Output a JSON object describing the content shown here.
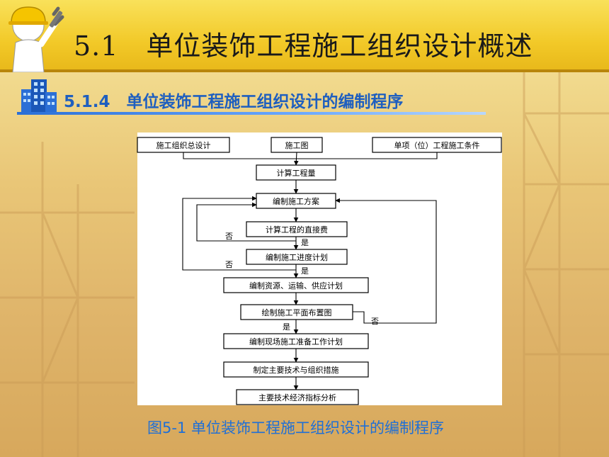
{
  "slide": {
    "title": "5.1　单位装饰工程施工组织设计概述",
    "subtitle": "5.1.4　单位装饰工程施工组织设计的编制程序",
    "caption": "图5-1  单位装饰工程施工组织设计的编制程序"
  },
  "flowchart": {
    "nodes": [
      {
        "id": "n1",
        "label": "施工组织总设计"
      },
      {
        "id": "n2",
        "label": "施工图"
      },
      {
        "id": "n3",
        "label": "单项（位）工程施工条件"
      },
      {
        "id": "n4",
        "label": "计算工程量"
      },
      {
        "id": "n5",
        "label": "编制施工方案"
      },
      {
        "id": "n6",
        "label": "计算工程的直接费"
      },
      {
        "id": "n7",
        "label": "编制施工进度计划"
      },
      {
        "id": "n8",
        "label": "编制资源、运输、供应计划"
      },
      {
        "id": "n9",
        "label": "绘制施工平面布置图"
      },
      {
        "id": "n10",
        "label": "编制现场施工准备工作计划"
      },
      {
        "id": "n11",
        "label": "制定主要技术与组织措施"
      },
      {
        "id": "n12",
        "label": "主要技术经济指标分析"
      }
    ],
    "edge_labels": {
      "no_1": "否",
      "yes_1": "是",
      "no_2": "否",
      "yes_2": "是",
      "yes_3": "是",
      "no_3": "否"
    }
  },
  "colors": {
    "title_bar": "#f2c928",
    "subtitle": "#1f5fbf",
    "caption": "#1f6fd6"
  },
  "icons": {
    "worker": "hard-hat-worker-icon",
    "building": "building-icon"
  }
}
